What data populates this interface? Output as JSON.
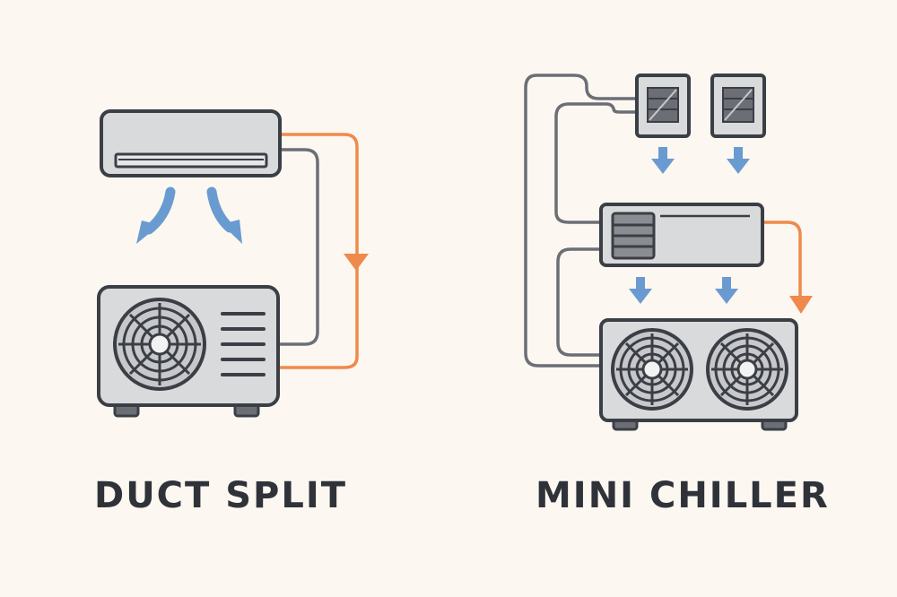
{
  "diagrams": {
    "left": {
      "title": "DUCT SPLIT"
    },
    "right": {
      "title": "MINI CHILLER"
    }
  },
  "colors": {
    "background": "#fcf7f1",
    "outline": "#3b3f45",
    "unit_fill": "#d9dadc",
    "unit_fill_light": "#e6e7e9",
    "pipe_gray": "#6b6f75",
    "pipe_orange": "#ef8a4c",
    "airflow_blue": "#6a9bd0",
    "text": "#2f3339"
  },
  "icons": [
    "indoor-unit",
    "outdoor-unit",
    "fan",
    "airflow-arrow",
    "refrigerant-pipe",
    "fan-coil-unit",
    "air-handler",
    "dual-fan-chiller"
  ]
}
